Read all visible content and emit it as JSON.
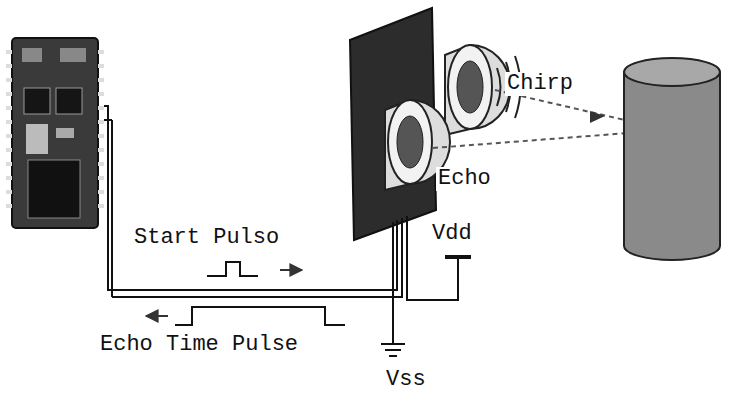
{
  "diagram": {
    "labels": [
      "Chirp",
      "Echo",
      "Start Pulso",
      "Vdd",
      "Echo Time Pulse",
      "Vss"
    ]
  }
}
